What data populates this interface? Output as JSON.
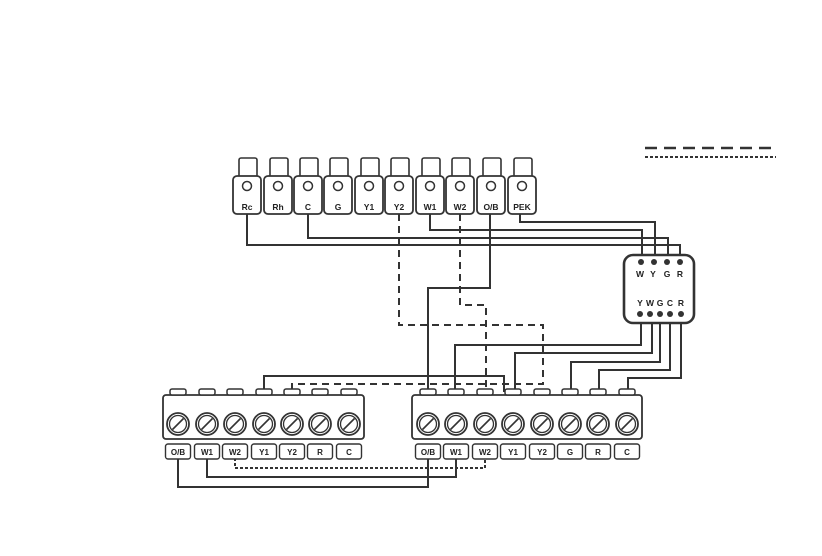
{
  "thermostat": {
    "terminals": [
      "Rc",
      "Rh",
      "C",
      "G",
      "Y1",
      "Y2",
      "W1",
      "W2",
      "O/B",
      "PEK"
    ]
  },
  "pek": {
    "top_labels": [
      "W",
      "Y",
      "G",
      "R"
    ],
    "bottom_labels": [
      "Y",
      "W",
      "G",
      "C",
      "R"
    ]
  },
  "control_board_left": {
    "terminals": [
      "O/B",
      "W1",
      "W2",
      "Y1",
      "Y2",
      "R",
      "C"
    ]
  },
  "control_board_right": {
    "terminals": [
      "O/B",
      "W1",
      "W2",
      "Y1",
      "Y2",
      "G",
      "R",
      "C"
    ]
  },
  "legend": {
    "line_styles": [
      "dashed",
      "dotted"
    ]
  },
  "colors": {
    "wire": "#333333",
    "outline": "#333333",
    "background": "#ffffff"
  }
}
